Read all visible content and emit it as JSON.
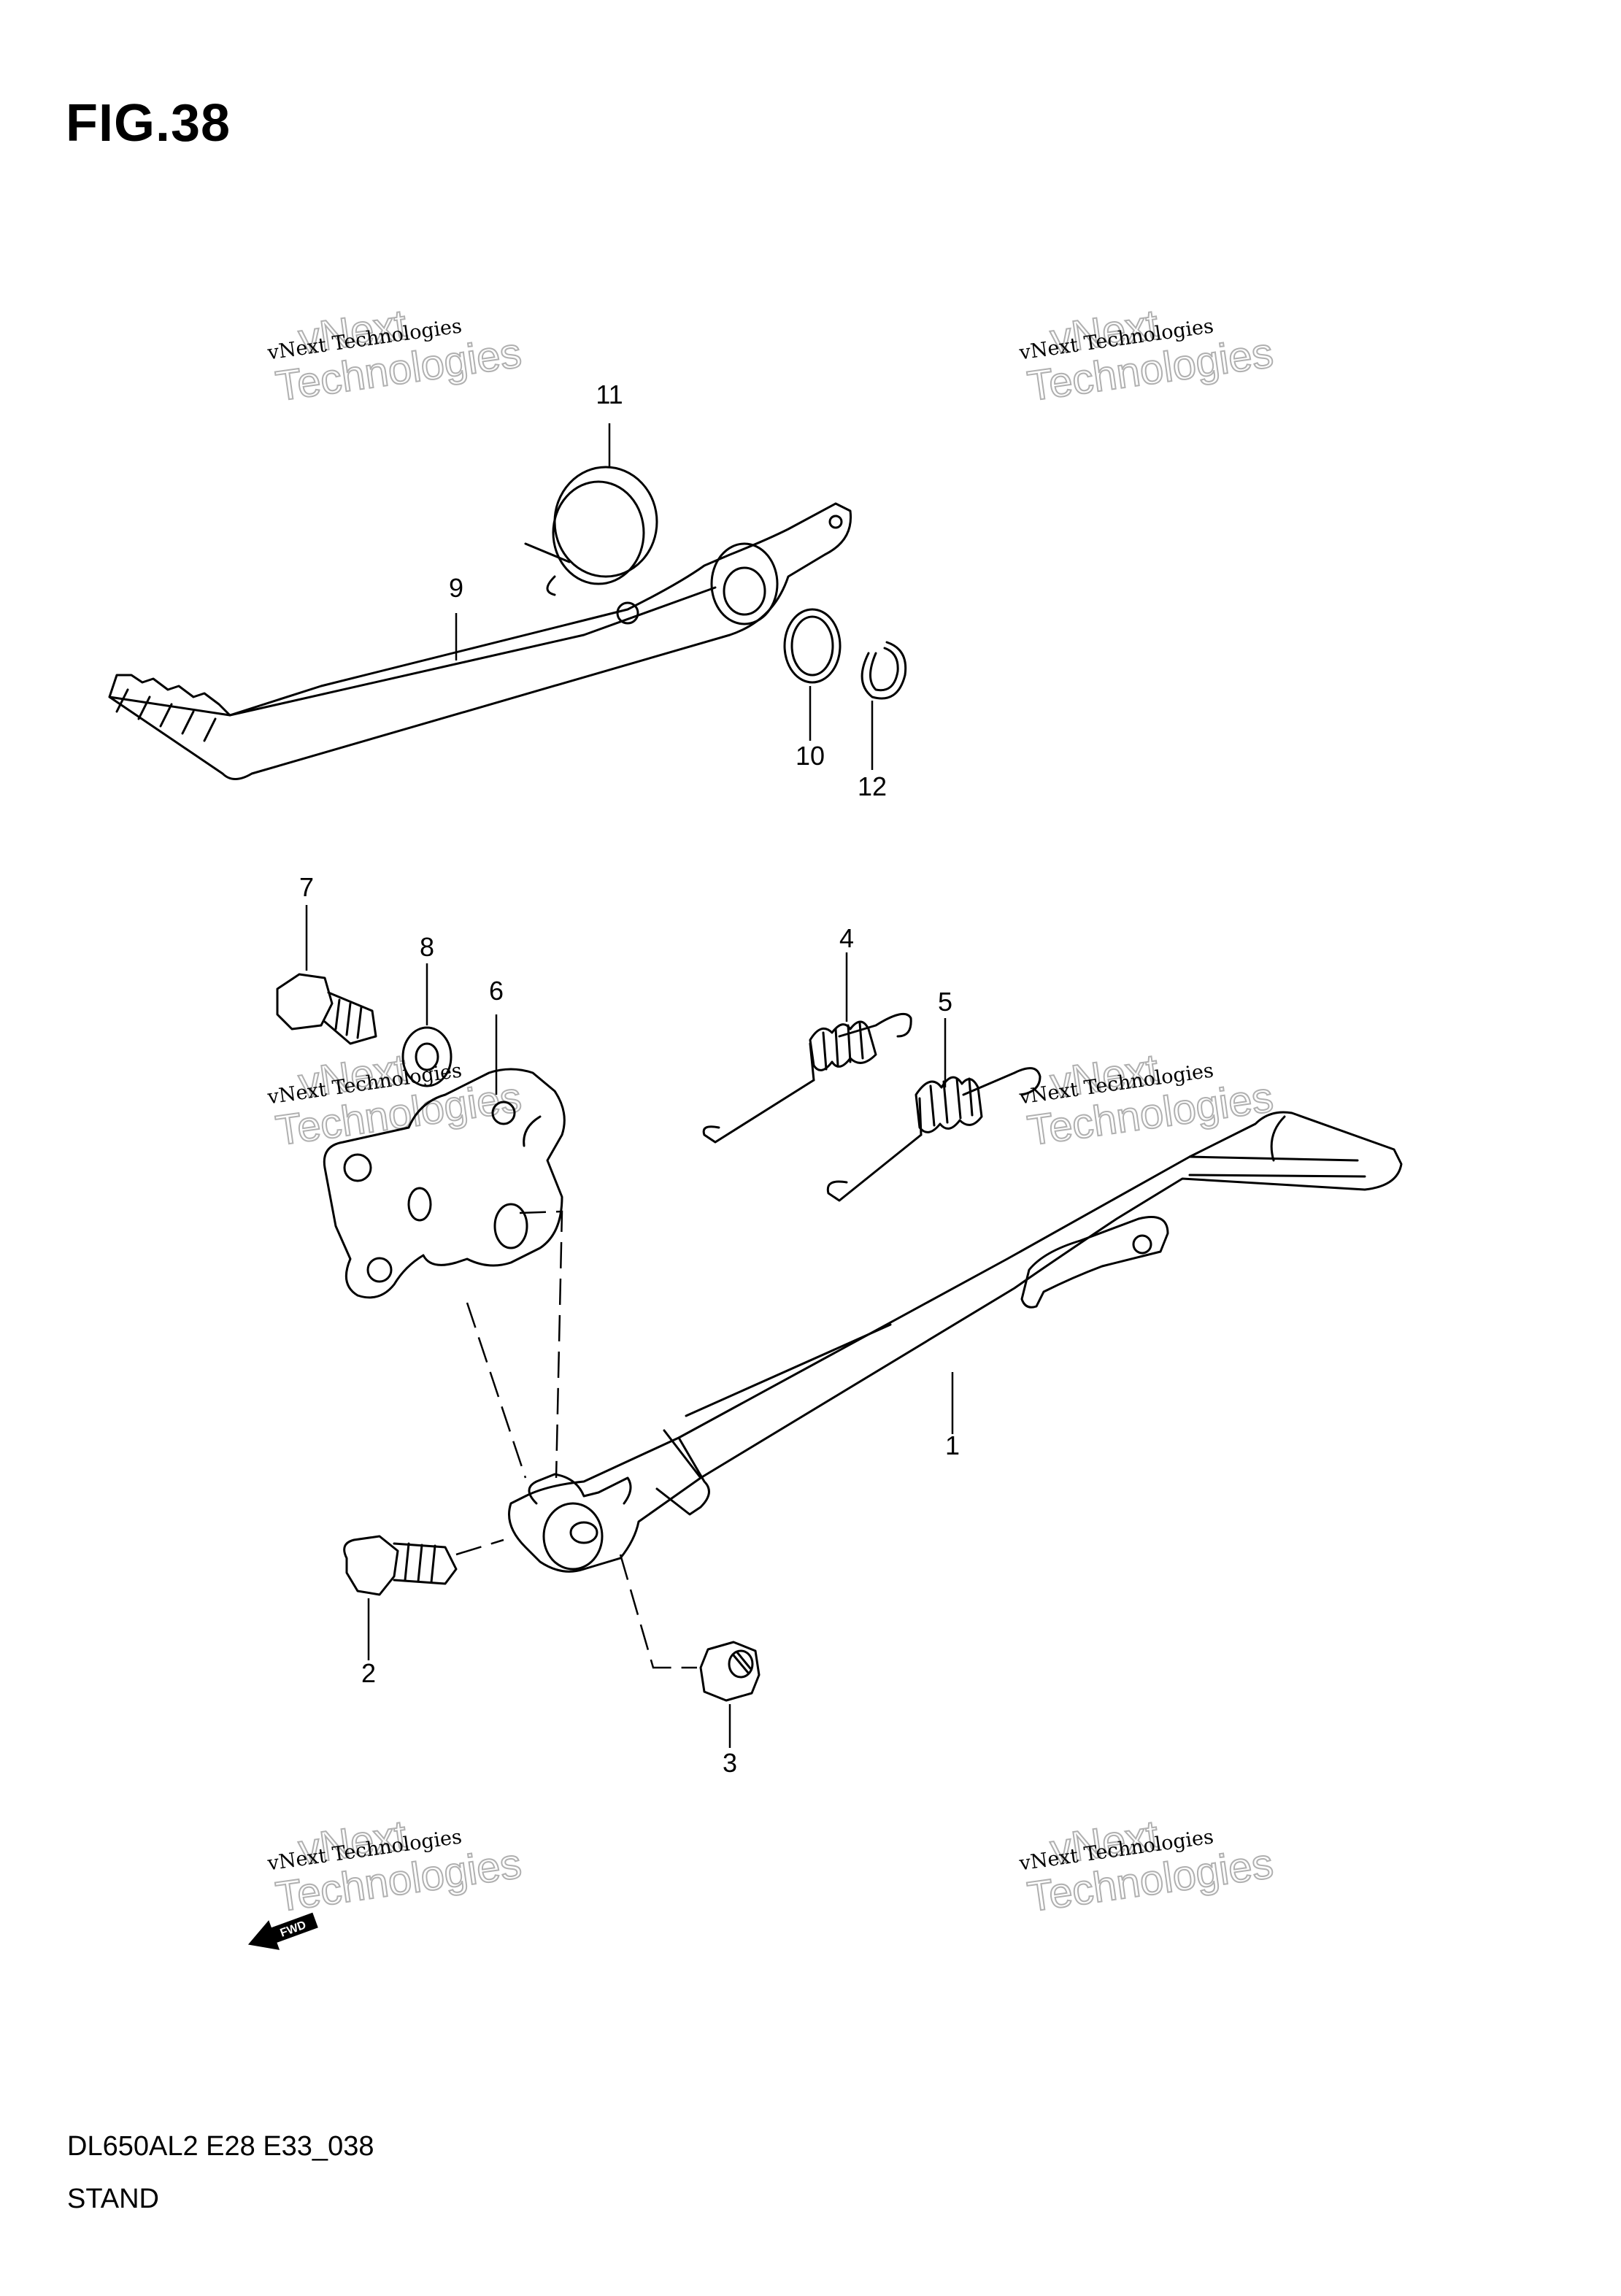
{
  "figure": {
    "title": "FIG.38",
    "code": "DL650AL2 E28 E33_038",
    "name": "STAND"
  },
  "callouts": [
    "1",
    "2",
    "3",
    "4",
    "5",
    "6",
    "7",
    "8",
    "9",
    "10",
    "11",
    "12"
  ],
  "watermark": {
    "line1": "vNext Technologies",
    "line2": "vNext",
    "line3": "Technologies"
  },
  "fwd_label": "FWD"
}
